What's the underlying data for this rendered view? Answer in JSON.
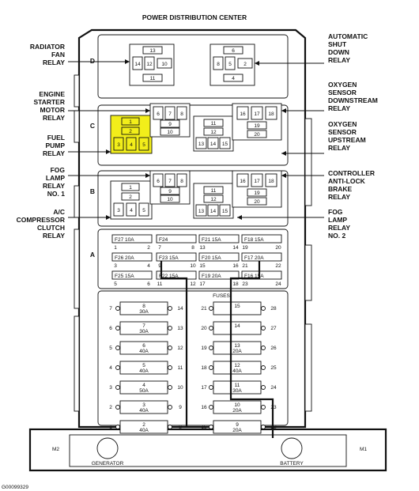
{
  "title": "POWER DISTRIBUTION CENTER",
  "figure_id": "G00099329",
  "section_letters": [
    "D",
    "C",
    "B",
    "A"
  ],
  "left_labels": [
    {
      "id": "radiator",
      "lines": [
        "RADIATOR",
        "FAN",
        "RELAY"
      ]
    },
    {
      "id": "starter",
      "lines": [
        "ENGINE",
        "STARTER",
        "MOTOR",
        "RELAY"
      ]
    },
    {
      "id": "fuelpump",
      "lines": [
        "FUEL",
        "PUMP",
        "RELAY"
      ]
    },
    {
      "id": "fog1",
      "lines": [
        "FOG",
        "LAMP",
        "RELAY",
        "NO. 1"
      ]
    },
    {
      "id": "ac",
      "lines": [
        "A/C",
        "COMPRESSOR",
        "CLUTCH",
        "RELAY"
      ]
    }
  ],
  "right_labels": [
    {
      "id": "asd",
      "lines": [
        "AUTOMATIC",
        "SHUT",
        "DOWN",
        "RELAY"
      ]
    },
    {
      "id": "o2down",
      "lines": [
        "OXYGEN",
        "SENSOR",
        "DOWNSTREAM",
        "RELAY"
      ]
    },
    {
      "id": "o2up",
      "lines": [
        "OXYGEN",
        "SENSOR",
        "UPSTREAM",
        "RELAY"
      ]
    },
    {
      "id": "abs",
      "lines": [
        "CONTROLLER",
        "ANTI-LOCK",
        "BRAKE",
        "RELAY"
      ]
    },
    {
      "id": "fog2",
      "lines": [
        "FOG",
        "LAMP",
        "RELAY",
        "NO. 2"
      ]
    }
  ],
  "relay_left_pins": [
    "1",
    "2",
    "3",
    "4",
    "5"
  ],
  "relay_mid_pins": [
    "6",
    "7",
    "8",
    "9",
    "10"
  ],
  "relay_micro_pins": [
    "11",
    "12",
    "13",
    "14",
    "15"
  ],
  "relay_right_pins": [
    "16",
    "17",
    "18",
    "19",
    "20"
  ],
  "d_left_pins": [
    "13",
    "14",
    "12",
    "10",
    "11"
  ],
  "d_right_pins": [
    "6",
    "8",
    "5",
    "2",
    "4"
  ],
  "minifuses": [
    {
      "name": "F27 10A",
      "a": "1",
      "b": "2"
    },
    {
      "name": "F24",
      "a": "7",
      "b": "8"
    },
    {
      "name": "F21 15A",
      "a": "13",
      "b": "14"
    },
    {
      "name": "F18 15A",
      "a": "19",
      "b": "20"
    },
    {
      "name": "F26 20A",
      "a": "3",
      "b": "4"
    },
    {
      "name": "F23 15A",
      "a": "9",
      "b": "10"
    },
    {
      "name": "F20 15A",
      "a": "15",
      "b": "16"
    },
    {
      "name": "F17 20A",
      "a": "21",
      "b": "22"
    },
    {
      "name": "F25 15A",
      "a": "5",
      "b": "6"
    },
    {
      "name": "F22 15A",
      "a": "11",
      "b": "12"
    },
    {
      "name": "F19 20A",
      "a": "17",
      "b": "18"
    },
    {
      "name": "F16 15A",
      "a": "23",
      "b": "24"
    }
  ],
  "fuses_heading": "FUSES",
  "maxi_left": [
    {
      "num": "8",
      "amp": "30A",
      "pl": "7",
      "pr": "14"
    },
    {
      "num": "7",
      "amp": "30A",
      "pl": "6",
      "pr": "13"
    },
    {
      "num": "6",
      "amp": "40A",
      "pl": "5",
      "pr": "12"
    },
    {
      "num": "5",
      "amp": "40A",
      "pl": "4",
      "pr": "11"
    },
    {
      "num": "4",
      "amp": "50A",
      "pl": "3",
      "pr": "10"
    },
    {
      "num": "3",
      "amp": "40A",
      "pl": "2",
      "pr": "9"
    },
    {
      "num": "2",
      "amp": "40A",
      "pl": "1",
      "pr": "8"
    }
  ],
  "maxi_right": [
    {
      "num": "15",
      "amp": "",
      "pl": "21",
      "pr": "28"
    },
    {
      "num": "14",
      "amp": "",
      "pl": "20",
      "pr": "27"
    },
    {
      "num": "13",
      "amp": "20A",
      "pl": "19",
      "pr": "26"
    },
    {
      "num": "12",
      "amp": "40A",
      "pl": "18",
      "pr": "25"
    },
    {
      "num": "11",
      "amp": "30A",
      "pl": "17",
      "pr": "24"
    },
    {
      "num": "10",
      "amp": "20A",
      "pl": "16",
      "pr": "23"
    },
    {
      "num": "9",
      "amp": "20A",
      "pl": "15",
      "pr": "22"
    }
  ],
  "bottom": {
    "m2": "M2",
    "m1": "M1",
    "generator": "GENERATOR",
    "battery": "BATTERY"
  },
  "highlight_color": "#f2ee1a"
}
